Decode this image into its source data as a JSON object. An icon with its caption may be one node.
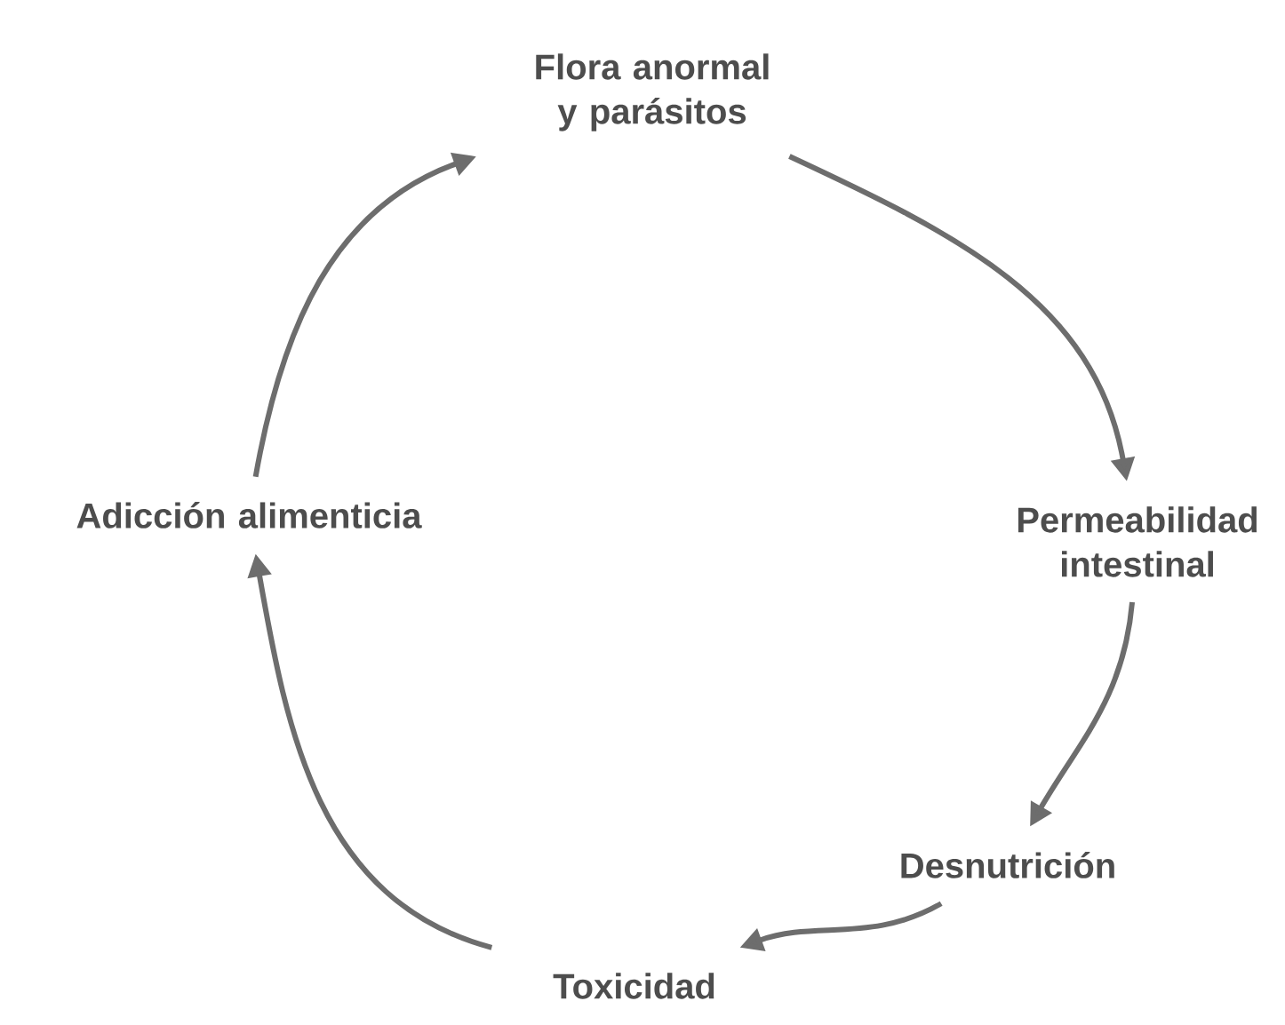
{
  "diagram": {
    "nodes": [
      {
        "text": [
          "Flora anormal y parásitos"
        ]
      },
      {
        "text": [
          "Permeabilidad intestinal"
        ]
      },
      {
        "text": [
          "Desnutrición"
        ]
      },
      {
        "text": [
          "Toxicidad"
        ]
      },
      {
        "text": [
          "Adicción alimenticia"
        ]
      }
    ],
    "edges": [
      {
        "from": 0,
        "to": 1,
        "arrow": "to"
      },
      {
        "from": 1,
        "to": 2,
        "arrow": "to"
      },
      {
        "from": 2,
        "to": 3,
        "arrow": "to"
      },
      {
        "from": 3,
        "to": 4,
        "arrow": "to"
      },
      {
        "from": 4,
        "to": 0,
        "arrow": "to"
      }
    ]
  }
}
